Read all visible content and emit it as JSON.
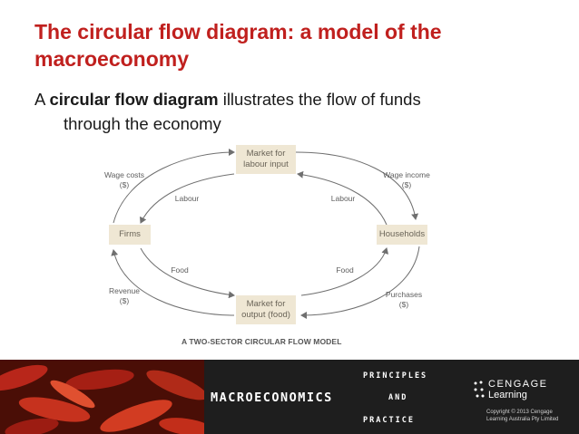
{
  "slide": {
    "title": "The circular flow diagram: a model of the macroeconomy",
    "bullet": {
      "prefix": "A ",
      "bold": "circular flow diagram",
      "rest": " illustrates the flow of funds",
      "continuation": "through the economy"
    }
  },
  "diagram": {
    "nodes": {
      "market_labour_line1": "Market for",
      "market_labour_line2": "labour input",
      "firms": "Firms",
      "households": "Households",
      "market_output_line1": "Market for",
      "market_output_line2": "output (food)"
    },
    "labels": {
      "wage_costs_line1": "Wage costs",
      "wage_costs_line2": "($)",
      "wage_income_line1": "Wage income",
      "wage_income_line2": "($)",
      "labour_left": "Labour",
      "labour_right": "Labour",
      "food_left": "Food",
      "food_right": "Food",
      "revenue_line1": "Revenue",
      "revenue_line2": "($)",
      "purchases_line1": "Purchases",
      "purchases_line2": "($)"
    },
    "caption": "A TWO-SECTOR CIRCULAR FLOW MODEL",
    "colors": {
      "box": "#efe7d4",
      "arrow": "#6f6f6f"
    }
  },
  "footer": {
    "brand": "MACROECONOMICS",
    "principles": "PRINCIPLES",
    "and": "AND",
    "practice": "PRACTICE",
    "publisher_name": "CENGAGE",
    "publisher_sub": "Learning",
    "copyright_line1": "Copyright © 2013 Cengage",
    "copyright_line2": "Learning Australia Pty Limited"
  },
  "colors": {
    "title": "#c0201e",
    "footer_bg": "#1e1e1e"
  }
}
